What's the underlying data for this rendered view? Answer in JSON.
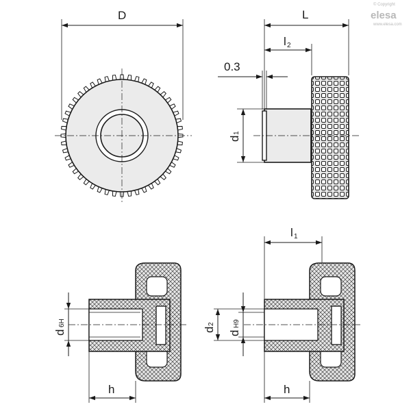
{
  "logo": {
    "copyright": "© Copyright",
    "name": "elesa",
    "url": "www.elesa.com"
  },
  "labels": {
    "D": "D",
    "L": "L",
    "l2": "l",
    "l2_sub": "2",
    "gap": "0.3",
    "d1": "d",
    "d1_sub": "1",
    "l1": "l",
    "l1_sub": "1",
    "d6h": "d",
    "d6h_sub": "6H",
    "d2": "d",
    "d2_sub": "2",
    "dh9": "d",
    "dh9_sub": "H9",
    "h_left": "h",
    "h_right": "h"
  }
}
